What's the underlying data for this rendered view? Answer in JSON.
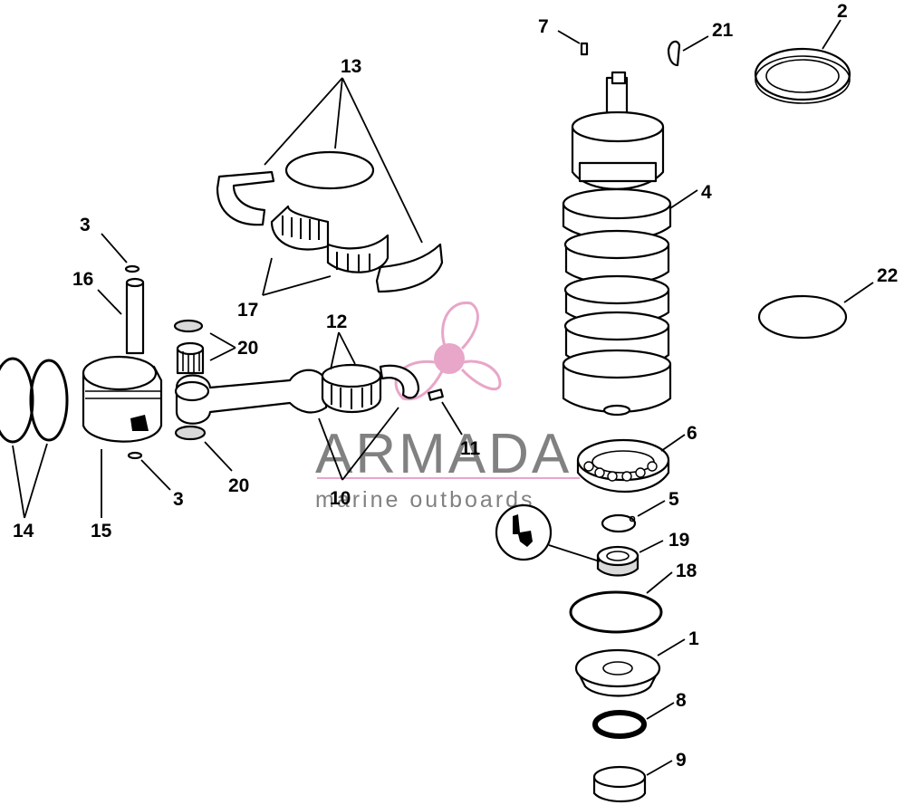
{
  "callouts": [
    "1",
    "2",
    "3",
    "3",
    "4",
    "5",
    "6",
    "7",
    "8",
    "9",
    "10",
    "11",
    "12",
    "13",
    "14",
    "15",
    "16",
    "17",
    "18",
    "19",
    "20",
    "20",
    "21",
    "22"
  ],
  "watermark": {
    "brand": "ARMADA",
    "tagline": "marine outboards",
    "logo_icon": "propeller-icon",
    "accent_color": "#e8a6c8"
  }
}
